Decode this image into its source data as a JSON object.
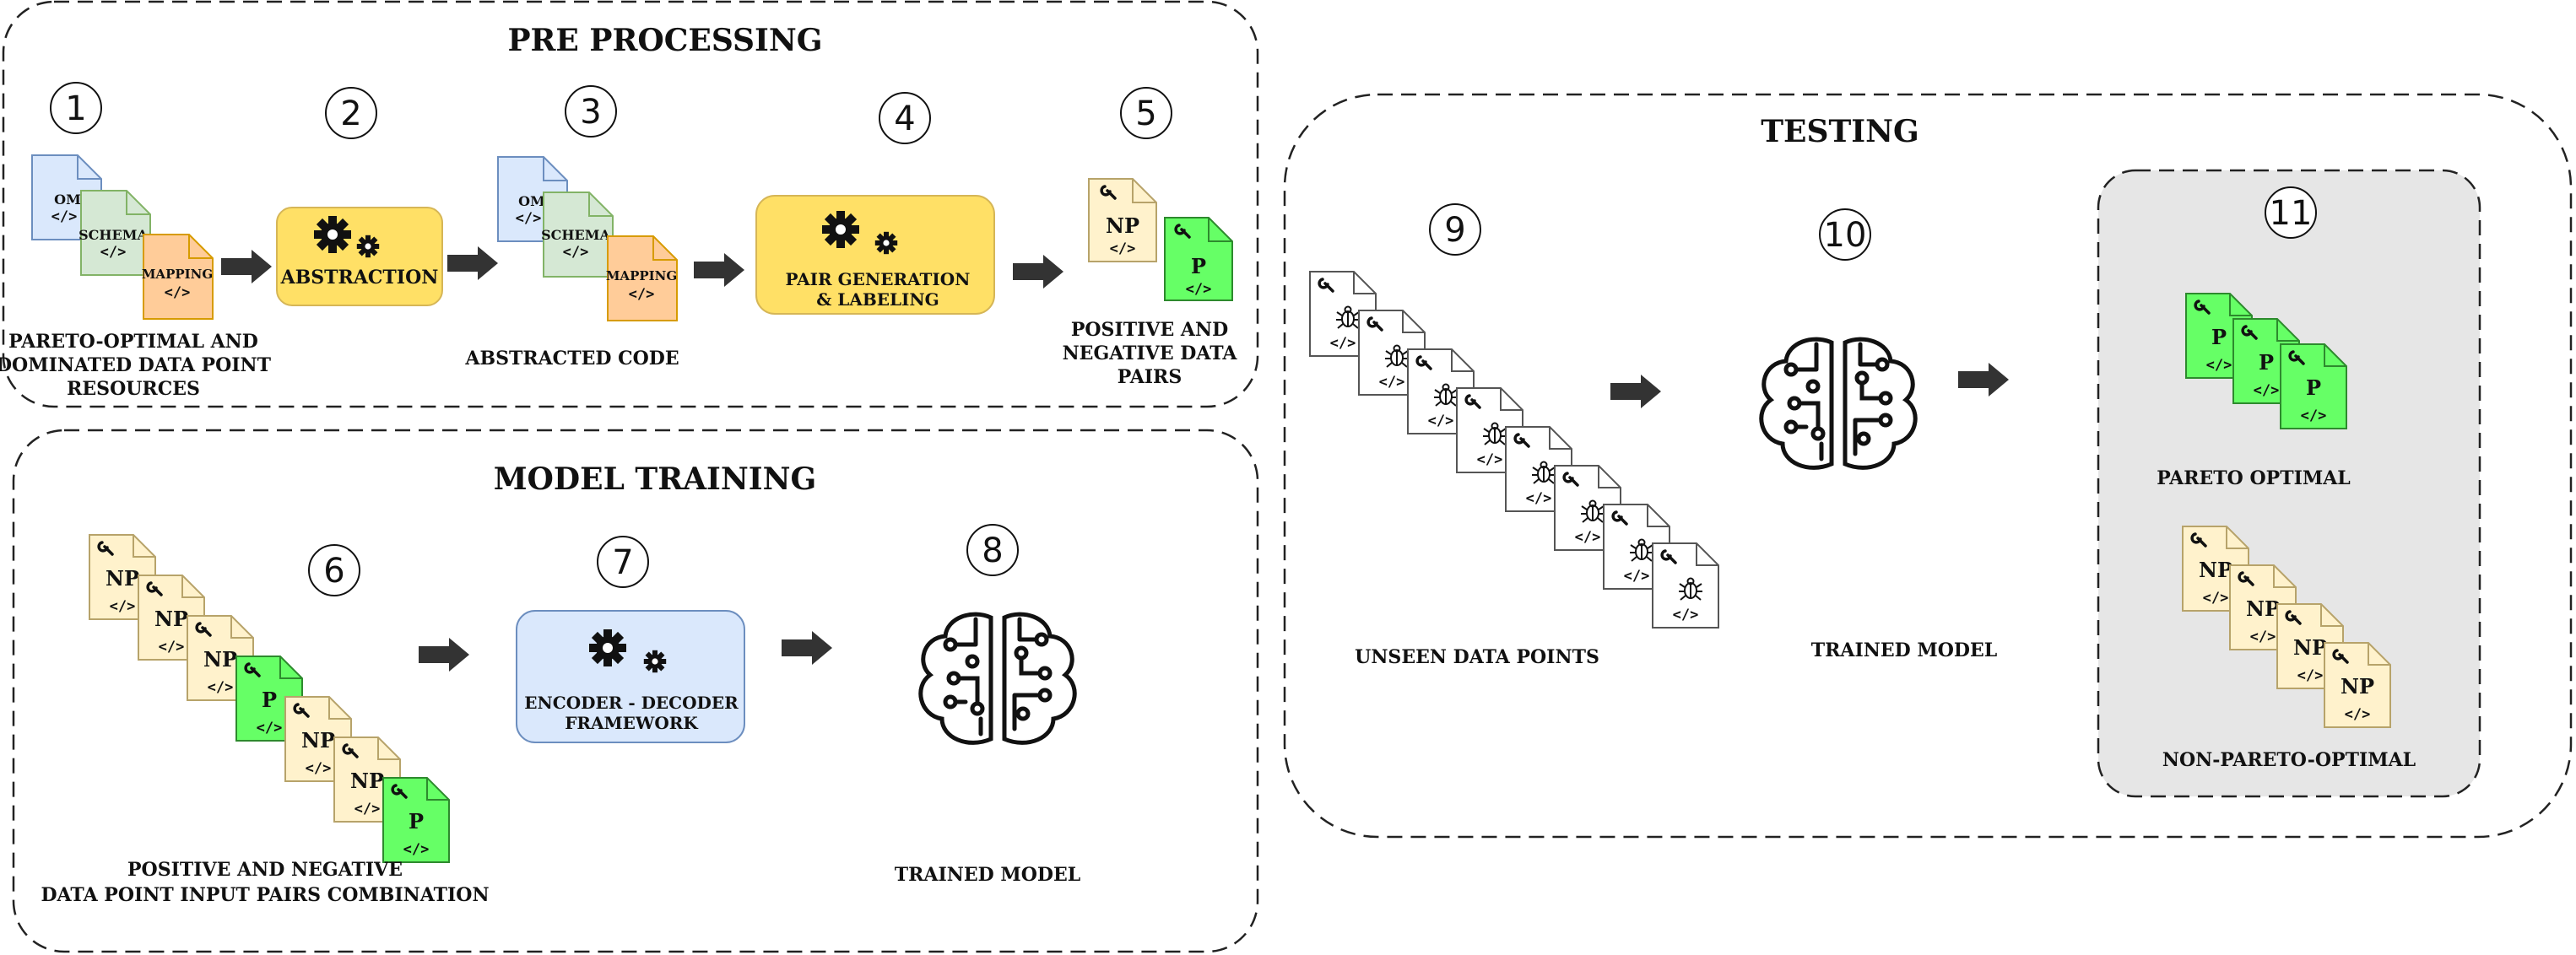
{
  "sections": {
    "pre_processing": "PRE PROCESSING",
    "model_training": "MODEL TRAINING",
    "testing": "TESTING"
  },
  "steps": [
    "1",
    "2",
    "3",
    "4",
    "5",
    "6",
    "7",
    "8",
    "9",
    "10",
    "11"
  ],
  "labels": {
    "resources_line1": "PARETO-OPTIMAL AND",
    "resources_line2": "DOMINATED DATA POINT",
    "resources_line3": "RESOURCES",
    "abstracted_code": "ABSTRACTED CODE",
    "pairs_line1": "POSITIVE AND",
    "pairs_line2": "NEGATIVE DATA",
    "pairs_line3": "PAIRS",
    "combo_line1": "POSITIVE AND NEGATIVE",
    "combo_line2": "DATA POINT INPUT PAIRS COMBINATION",
    "trained_model_8": "TRAINED MODEL",
    "unseen": "UNSEEN DATA POINTS",
    "trained_model_10": "TRAINED MODEL",
    "pareto_optimal": "PARETO OPTIMAL",
    "non_pareto_optimal": "NON-PARETO-OPTIMAL"
  },
  "boxes": {
    "abstraction": "ABSTRACTION",
    "pair_gen_line1": "PAIR GENERATION",
    "pair_gen_line2": "& LABELING",
    "encoder_line1": "ENCODER - DECODER",
    "encoder_line2": "FRAMEWORK"
  },
  "files": {
    "om": "OM",
    "schema": "SCHEMA",
    "mapping": "MAPPING",
    "np": "NP",
    "p": "P",
    "code": "</>"
  },
  "colors": {
    "blue_doc": "#dae8fc",
    "green_doc": "#d5e8d4",
    "orange_doc": "#ffcc99",
    "yellow_box": "#ffe066",
    "np_doc": "#fff2cc",
    "p_doc": "#66ff66",
    "encoder_box": "#dae8fc",
    "testing_inner": "#e6e6e6"
  },
  "icons": {
    "gears": "gears-icon",
    "brain": "brain-circuit-icon",
    "wrench": "wrench-icon",
    "bug": "bug-icon",
    "arrow": "arrow-right-icon"
  }
}
